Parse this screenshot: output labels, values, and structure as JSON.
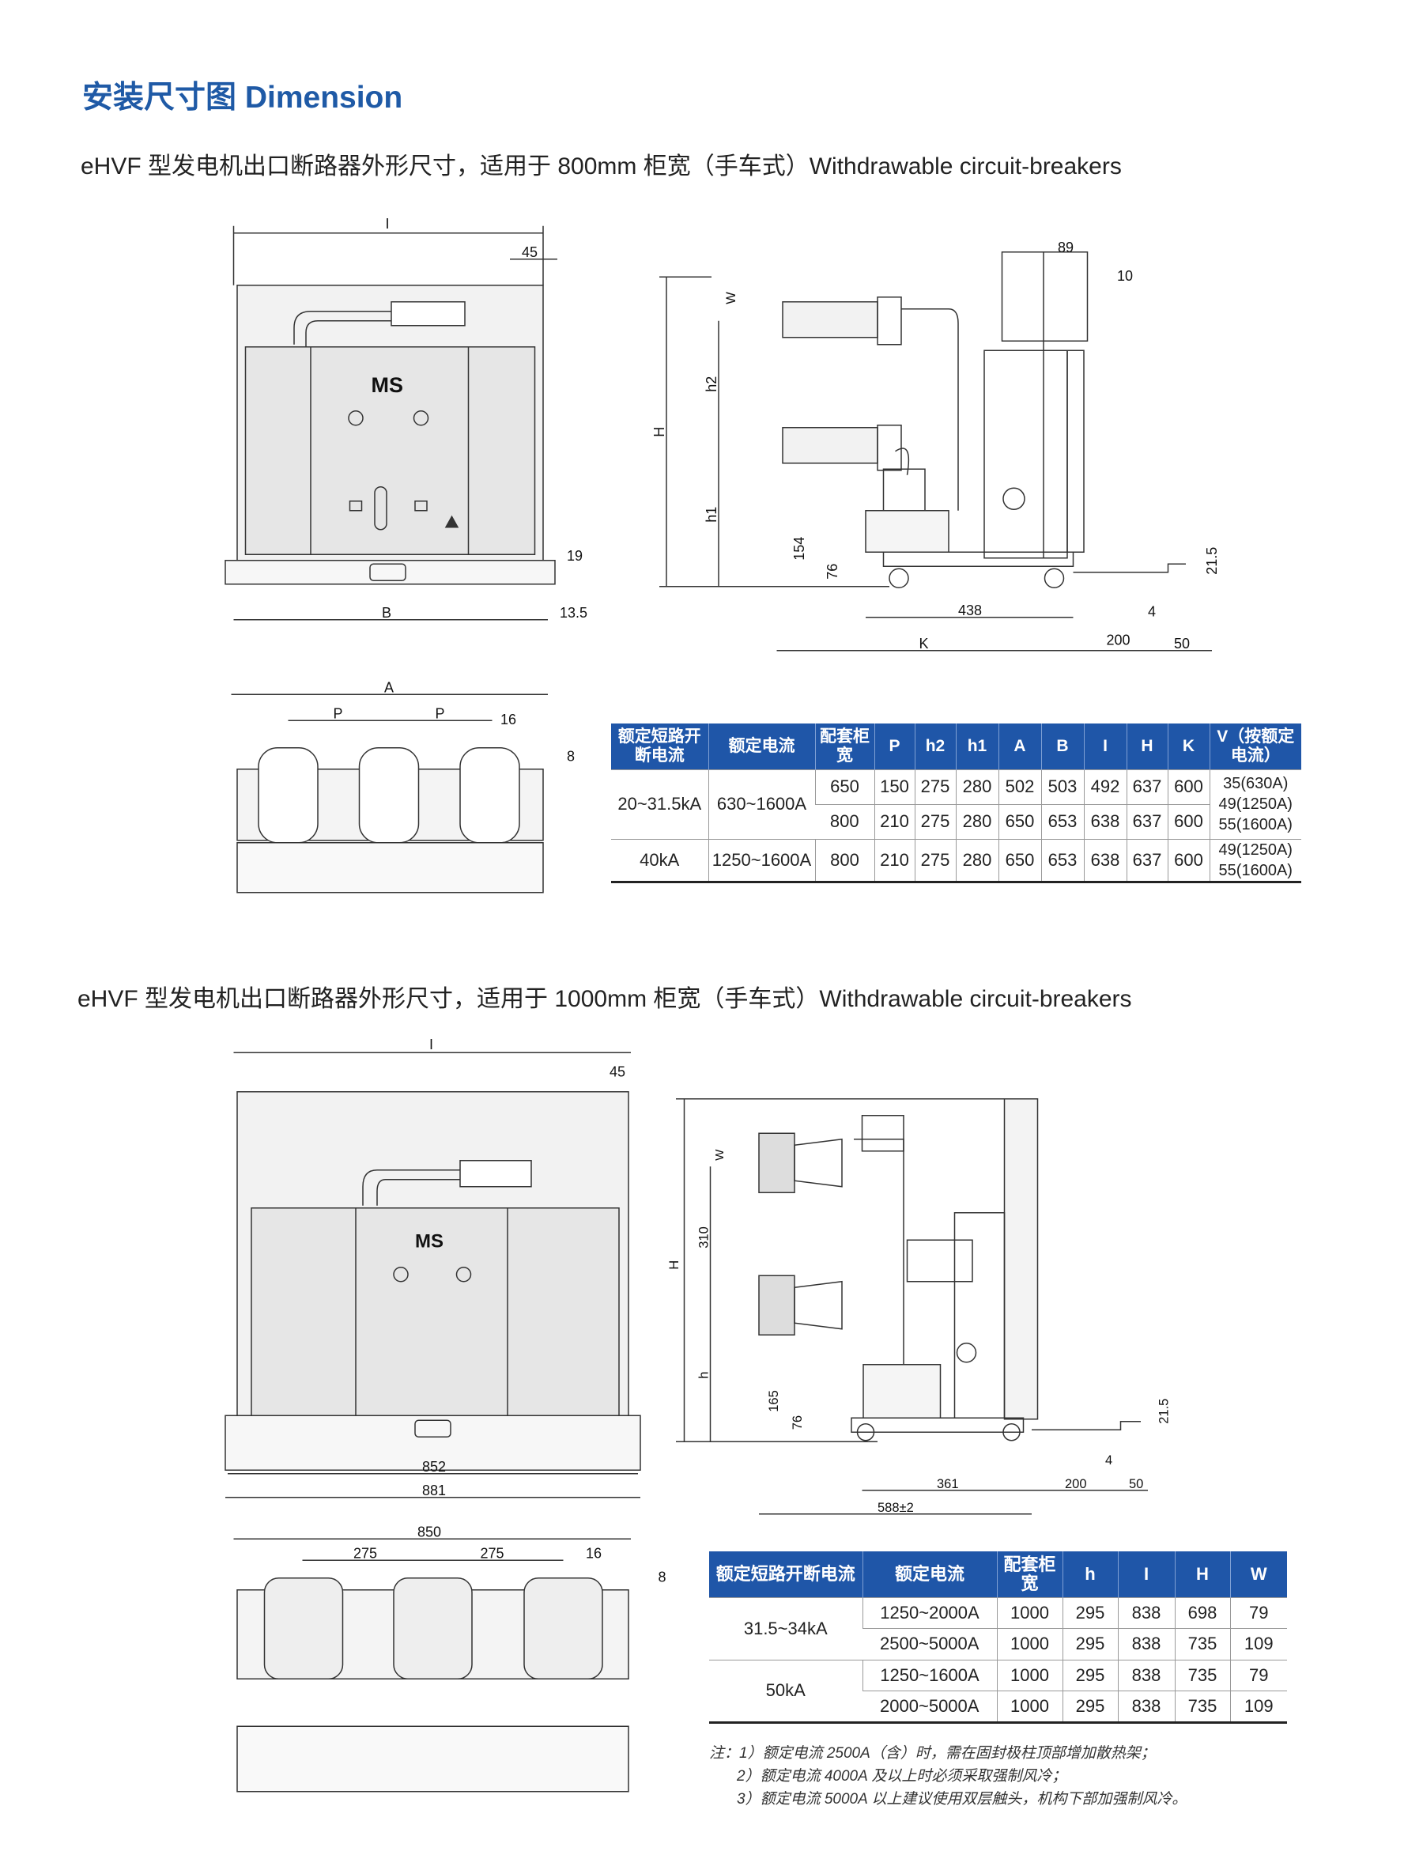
{
  "heading": "安装尺寸图  Dimension",
  "section1": {
    "subtitle": "eHVF 型发电机出口断路器外形尺寸，适用于 800mm 柜宽（手车式）Withdrawable circuit-breakers",
    "front_labels": {
      "I": "I",
      "d45": "45",
      "d19": "19",
      "B": "B",
      "d13_5": "13.5",
      "logo": "MS"
    },
    "side_labels": {
      "d89": "89",
      "d10": "10",
      "W": "W",
      "h2": "h2",
      "H": "H",
      "h1": "h1",
      "d154": "154",
      "d76": "76",
      "d438": "438",
      "d21_5": "21.5",
      "d4": "4",
      "K": "K",
      "d200": "200",
      "d50": "50"
    },
    "top_labels": {
      "A": "A",
      "P1": "P",
      "P2": "P",
      "d16": "16",
      "d8": "8"
    },
    "table": {
      "headers": [
        "额定短路开断电流",
        "额定电流",
        "配套柜宽",
        "P",
        "h2",
        "h1",
        "A",
        "B",
        "I",
        "H",
        "K",
        "V（按额定电流）"
      ],
      "groups": [
        {
          "breaking": "20~31.5kA",
          "current": "630~1600A",
          "rows": [
            [
              "650",
              "150",
              "275",
              "280",
              "502",
              "503",
              "492",
              "637",
              "600"
            ],
            [
              "800",
              "210",
              "275",
              "280",
              "650",
              "653",
              "638",
              "637",
              "600"
            ]
          ],
          "v": [
            "35(630A)",
            "49(1250A)",
            "55(1600A)"
          ]
        },
        {
          "breaking": "40kA",
          "current": "1250~1600A",
          "rows": [
            [
              "800",
              "210",
              "275",
              "280",
              "650",
              "653",
              "638",
              "637",
              "600"
            ]
          ],
          "v": [
            "49(1250A)",
            "55(1600A)"
          ]
        }
      ]
    }
  },
  "section2": {
    "subtitle": "eHVF 型发电机出口断路器外形尺寸，适用于 1000mm 柜宽（手车式）Withdrawable circuit-breakers",
    "front_labels": {
      "I": "I",
      "d45": "45",
      "logo": "MS",
      "d852": "852",
      "d881": "881"
    },
    "side_labels": {
      "W": "W",
      "d310": "310",
      "H": "H",
      "h": "h",
      "d165": "165",
      "d76": "76",
      "d361": "361",
      "d200": "200",
      "d21_5": "21.5",
      "d4": "4",
      "d50": "50",
      "d588": "588±2"
    },
    "top_labels": {
      "d850": "850",
      "d275a": "275",
      "d275b": "275",
      "d16": "16",
      "d8": "8"
    },
    "table": {
      "headers": [
        "额定短路开断电流",
        "额定电流",
        "配套柜宽",
        "h",
        "I",
        "H",
        "W"
      ],
      "groups": [
        {
          "breaking": "31.5~34kA",
          "rows": [
            [
              "1250~2000A",
              "1000",
              "295",
              "838",
              "698",
              "79"
            ],
            [
              "2500~5000A",
              "1000",
              "295",
              "838",
              "735",
              "109"
            ]
          ]
        },
        {
          "breaking": "50kA",
          "rows": [
            [
              "1250~1600A",
              "1000",
              "295",
              "838",
              "735",
              "79"
            ],
            [
              "2000~5000A",
              "1000",
              "295",
              "838",
              "735",
              "109"
            ]
          ]
        }
      ]
    },
    "notes": [
      "注：1）额定电流 2500A（含）时，需在固封极柱顶部增加散热架；",
      "2）额定电流 4000A 及以上时必须采取强制风冷；",
      "3）额定电流 5000A 以上建议使用双层触头，机构下部加强制风冷。"
    ]
  },
  "colors": {
    "accent": "#1f56a8"
  }
}
